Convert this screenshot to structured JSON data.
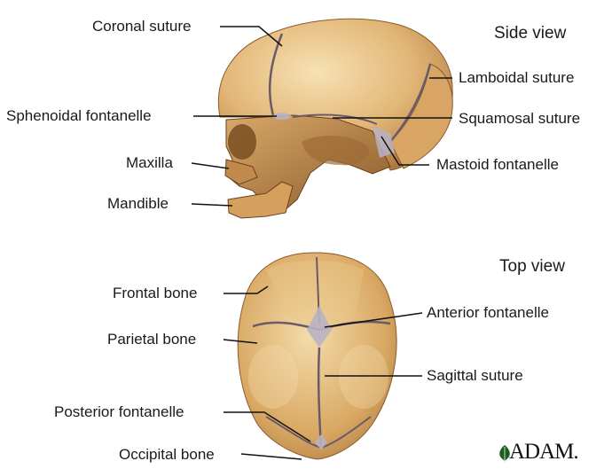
{
  "views": {
    "side": "Side view",
    "top": "Top view"
  },
  "side_labels": {
    "coronal_suture": "Coronal suture",
    "sphenoidal_fontanelle": "Sphenoidal fontanelle",
    "maxilla": "Maxilla",
    "mandible": "Mandible",
    "lamboidal_suture": "Lamboidal suture",
    "squamosal_suture": "Squamosal suture",
    "mastoid_fontanelle": "Mastoid fontanelle"
  },
  "top_labels": {
    "frontal_bone": "Frontal bone",
    "parietal_bone": "Parietal bone",
    "posterior_fontanelle": "Posterior fontanelle",
    "occipital_bone": "Occipital bone",
    "anterior_fontanelle": "Anterior fontanelle",
    "sagittal_suture": "Sagittal suture"
  },
  "brand": "ADAM.",
  "colors": {
    "bone_light": "#f0d6a0",
    "bone_mid": "#d9a863",
    "bone_dark": "#a06a30",
    "suture": "#6b5a6a",
    "fontanelle": "#b8b2c4"
  }
}
